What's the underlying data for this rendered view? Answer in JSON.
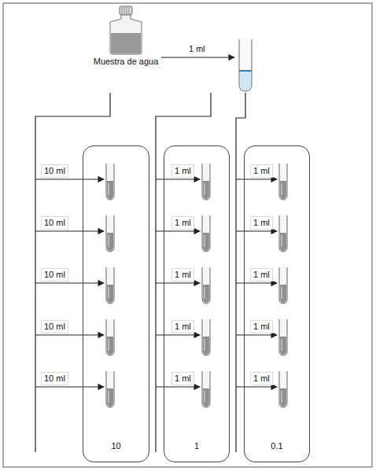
{
  "diagram": {
    "nodes": [
      {
        "text": [
          "10"
        ]
      },
      {
        "text": [
          "1"
        ]
      },
      {
        "text": [
          "0.1"
        ]
      }
    ],
    "labels": [
      "Muestra de agua",
      "1 ml",
      "10 ml",
      "10 ml",
      "10 ml",
      "10 ml",
      "10 ml",
      "1 ml",
      "1 ml",
      "1 ml",
      "1 ml",
      "1 ml",
      "1 ml",
      "1 ml",
      "1 ml",
      "1 ml",
      "1 ml"
    ]
  }
}
